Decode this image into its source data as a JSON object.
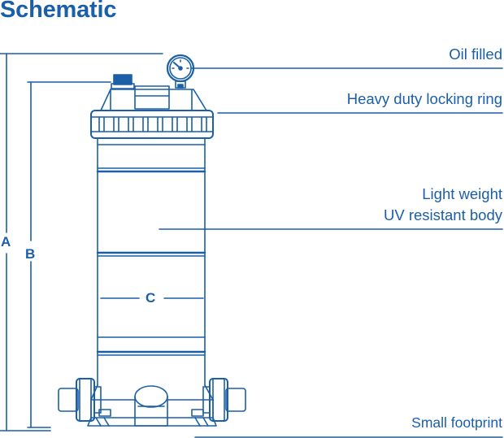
{
  "title": "Schematic",
  "colors": {
    "accent": "#1a5fa8"
  },
  "callouts": {
    "oil_filled": "Oil filled",
    "locking_ring": "Heavy duty locking ring",
    "body_line1": "Light weight",
    "body_line2": "UV resistant body",
    "footprint": "Small footprint"
  },
  "dimensions": {
    "a": "A",
    "b": "B",
    "c": "C"
  }
}
